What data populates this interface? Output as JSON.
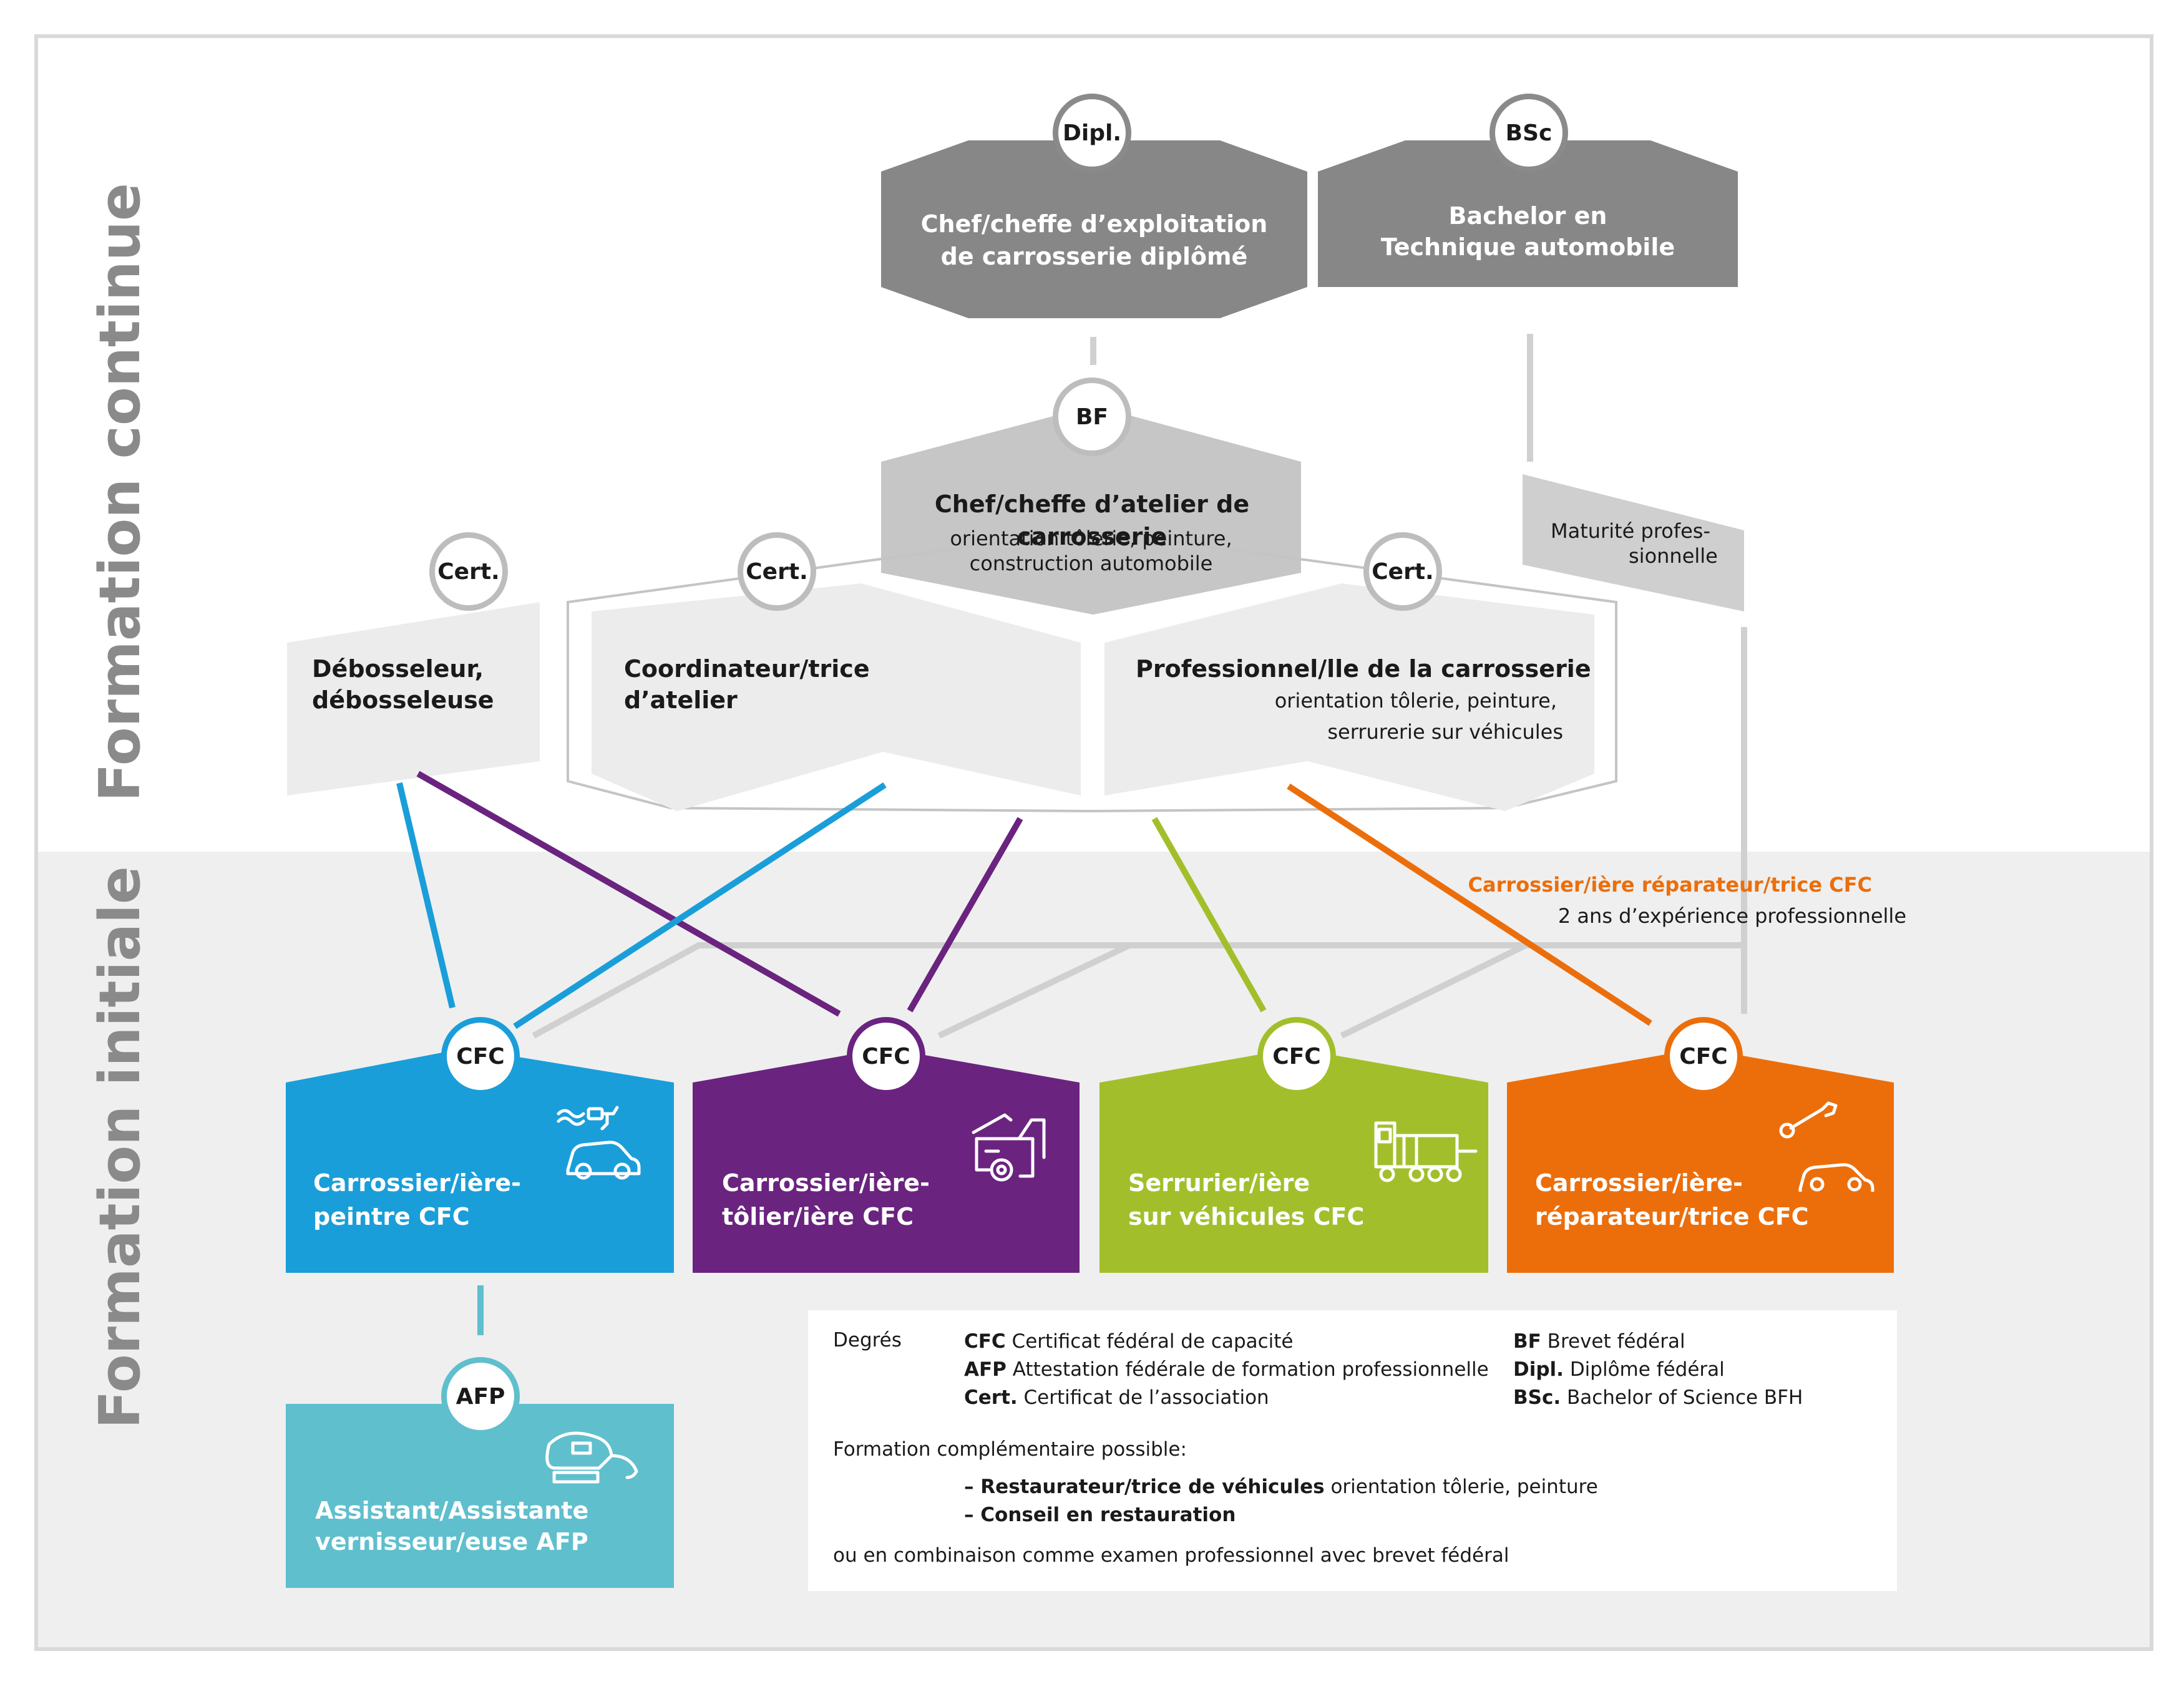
{
  "side_labels": {
    "top": "Formation continue",
    "bottom": "Formation initiale"
  },
  "badges": {
    "dipl": "Dipl.",
    "bsc": "BSc",
    "bf": "BF",
    "cert": "Cert.",
    "cfc": "CFC",
    "afp": "AFP"
  },
  "top_boxes": {
    "chef_exploitation": {
      "line1": "Chef/cheffe d’exploitation",
      "line2": "de carrosserie diplômé"
    },
    "bachelor": {
      "line1": "Bachelor en",
      "line2": "Technique automobile"
    }
  },
  "bf_box": {
    "title": "Chef/cheffe d’atelier de carrosserie",
    "sub1": "orientation tôlerie, peinture,",
    "sub2": "construction automobile"
  },
  "maturite": {
    "line1": "Maturité profes-",
    "line2": "sionnelle"
  },
  "cert_boxes": {
    "debosseleur": {
      "line1": "Débosseleur,",
      "line2": "débosseleuse"
    },
    "coordinateur": {
      "line1": "Coordinateur/trice",
      "line2": "d’atelier"
    },
    "professionnel": {
      "title": "Professionnel/lle de la carrosserie",
      "sub1": "orientation tôlerie, peinture,",
      "sub2": "serrurerie sur véhicules"
    }
  },
  "repairer_note": {
    "title": "Carrossier/ière réparateur/trice CFC",
    "sub": "2 ans d’expérience professionnelle"
  },
  "cfc_boxes": [
    {
      "line1": "Carrossier/ière-",
      "line2": "peintre CFC",
      "color": "#1a9ed9",
      "icon": "spray-car-icon"
    },
    {
      "line1": "Carrossier/ière-",
      "line2": "tôlier/ière CFC",
      "color": "#6a237f",
      "icon": "car-bodywork-icon"
    },
    {
      "line1": "Serrurier/ière",
      "line2": "sur véhicules CFC",
      "color": "#a2bf2b",
      "icon": "truck-icon"
    },
    {
      "line1": "Carrossier/ière-",
      "line2": "réparateur/trice CFC",
      "color": "#ec6e0b",
      "icon": "wrench-car-icon"
    }
  ],
  "afp_box": {
    "line1": "Assistant/Assistante",
    "line2": "vernisseur/euse AFP",
    "color": "#5fbfcd",
    "icon": "polisher-icon"
  },
  "legend": {
    "heading": "Degrés",
    "cfc_abbr": "CFC",
    "cfc_text": "Certificat fédéral de capacité",
    "afp_abbr": "AFP",
    "afp_text": "Attestation fédérale de formation professionnelle",
    "cert_abbr": "Cert.",
    "cert_text": "Certificat de l’association",
    "bf_abbr": "BF",
    "bf_text": "Brevet fédéral",
    "dipl_abbr": "Dipl.",
    "dipl_text": "Diplôme fédéral",
    "bsc_abbr": "BSc.",
    "bsc_text": "Bachelor of Science BFH",
    "complementary": "Formation complémentaire possible:",
    "item1_bold": "– Restaurateur/trice de véhicules",
    "item1_rest": " orientation tôlerie, peinture",
    "item2_bold": "– Conseil en restauration",
    "footer": "ou en combinaison comme examen professionnel avec brevet fédéral"
  },
  "colors": {
    "dark_gray": "#878787",
    "mid_gray": "#c6c6c6",
    "light_gray": "#ececec",
    "bottom_band": "#efefef",
    "line_gray": "#d0d0d0"
  }
}
